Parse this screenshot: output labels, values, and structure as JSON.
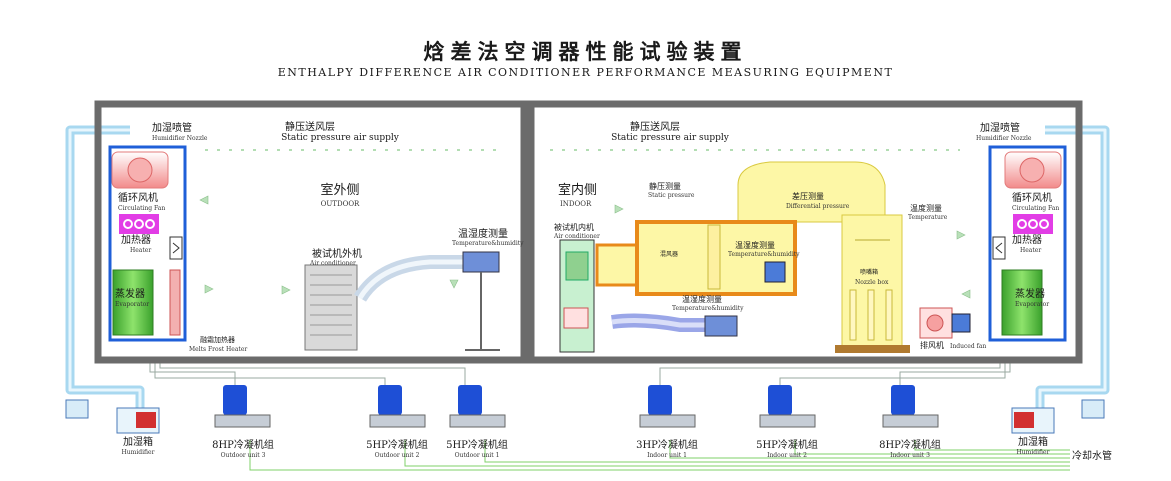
{
  "title_cn": "焓差法空调器性能试验装置",
  "title_en": "ENTHALPY DIFFERENCE AIR CONDITIONER PERFORMANCE MEASURING EQUIPMENT",
  "outdoor_room": {
    "static_cn": "静压送风层",
    "static_en": "Static pressure air supply",
    "side_cn": "室外侧",
    "side_en": "OUTDOOR",
    "humidifier_nozzle_cn": "加湿喷管",
    "humidifier_nozzle_en": "Humidifier Nozzle",
    "fan_cn": "循环风机",
    "fan_en": "Circulating Fan",
    "heater_cn": "加热器",
    "heater_en": "Heater",
    "evaporator_cn": "蒸发器",
    "evaporator_en": "Evaporator",
    "unit_cn": "被试机外机",
    "unit_en": "Air conditioner",
    "th_cn": "温湿度测量",
    "th_en": "Temperature&humidity",
    "melt_cn": "融霜加热器",
    "melt_en": "Melts Frost Heater"
  },
  "indoor_room": {
    "static_cn": "静压送风层",
    "static_en": "Static pressure air supply",
    "side_cn": "室内侧",
    "side_en": "INDOOR",
    "humidifier_nozzle_cn": "加湿喷管",
    "humidifier_nozzle_en": "Humidifier Nozzle",
    "fan_cn": "循环风机",
    "fan_en": "Circulating Fan",
    "heater_cn": "加热器",
    "heater_en": "Heater",
    "evaporator_cn": "蒸发器",
    "evaporator_en": "Evaporator",
    "unit_cn": "被试机内机",
    "unit_en": "Air conditioner",
    "static_p_cn": "静压测量",
    "static_p_en": "Static pressure",
    "diff_p_cn": "差压测量",
    "diff_p_en": "Differential pressure",
    "temp_cn": "温度测量",
    "temp_en": "Temperature",
    "mixer_cn": "混风器",
    "th_cn": "温湿度测量",
    "th_en": "Temperature&humidity",
    "th2_cn": "温湿度测量",
    "th2_en": "Temperature&humidity",
    "nozzle_box_cn": "喷嘴箱",
    "nozzle_box_en": "Nozzle box",
    "exhaust_cn": "排风机",
    "exhaust_en": "Induced fan"
  },
  "humidifier_left_cn": "加湿箱",
  "humidifier_left_en": "Humidifier",
  "humidifier_right_cn": "加湿箱",
  "humidifier_right_en": "Humidifier",
  "cooling_pipe_cn": "冷却水管",
  "units": [
    {
      "cn": "8HP冷凝机组",
      "en": "Outdoor unit 3"
    },
    {
      "cn": "5HP冷凝机组",
      "en": "Outdoor unit 2"
    },
    {
      "cn": "5HP冷凝机组",
      "en": "Outdoor unit 1"
    },
    {
      "cn": "3HP冷凝机组",
      "en": "Indoor unit 1"
    },
    {
      "cn": "5HP冷凝机组",
      "en": "Indoor unit 2"
    },
    {
      "cn": "8HP冷凝机组",
      "en": "Indoor unit 3"
    }
  ],
  "colors": {
    "wall": "#6b6b6b",
    "duct_yellow": "#fdf7a6",
    "duct_orange": "#e88a1a",
    "pipe_blue": "#bfe3f5",
    "frame_blue": "#1f5fd8",
    "fan_pink": "#f6a0a0",
    "heater_magenta": "#e23de6",
    "evaporator_green": "#5fc24a",
    "compressor_blue": "#1e4fd6"
  }
}
